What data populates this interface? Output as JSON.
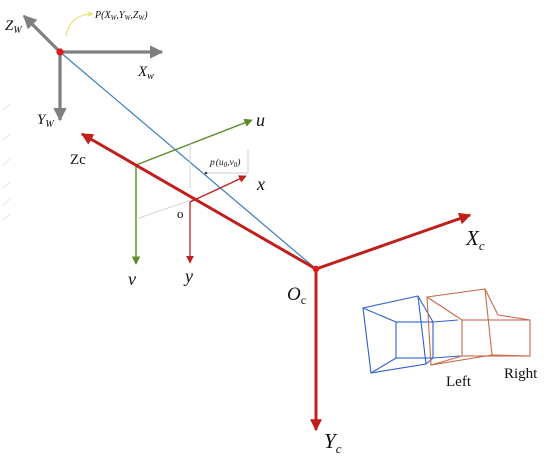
{
  "colors": {
    "world_axis": "#7f7f7f",
    "camera_axis": "#c0201c",
    "image_plane": "#5a8a2a",
    "sight_line": "#3a7fc0",
    "left_camera": "#2f5fd0",
    "right_camera": "#c86a4a",
    "point": "#e01a1a",
    "arc": "#e8e06a"
  },
  "world": {
    "zw_main": "Z",
    "zw_sub": "W",
    "xw_main": "X",
    "xw_sub": "w",
    "yw_main": "Y",
    "yw_sub": "W",
    "point_p": "P",
    "p_open": "(",
    "p_x": "X",
    "p_x_sub": "W",
    "p_comma1": ",",
    "p_y": "Y",
    "p_y_sub": "W",
    "p_comma2": ",",
    "p_z": "Z",
    "p_z_sub": "W",
    "p_close": ")"
  },
  "image_plane": {
    "u": "u",
    "v": "v",
    "x": "x",
    "y": "y",
    "origin": "o",
    "p": "p",
    "p_open": "(",
    "p_u": "u",
    "p_u_sub": "0",
    "p_comma": ",",
    "p_v": "v",
    "p_v_sub": "0",
    "p_close": ")"
  },
  "camera": {
    "zc": "Zc",
    "xc_main": "X",
    "xc_sub": "c",
    "oc_main": "O",
    "oc_sub": "c",
    "yc_main": "Y",
    "yc_sub": "c"
  },
  "stereo": {
    "left": "Left",
    "right": "Right"
  }
}
